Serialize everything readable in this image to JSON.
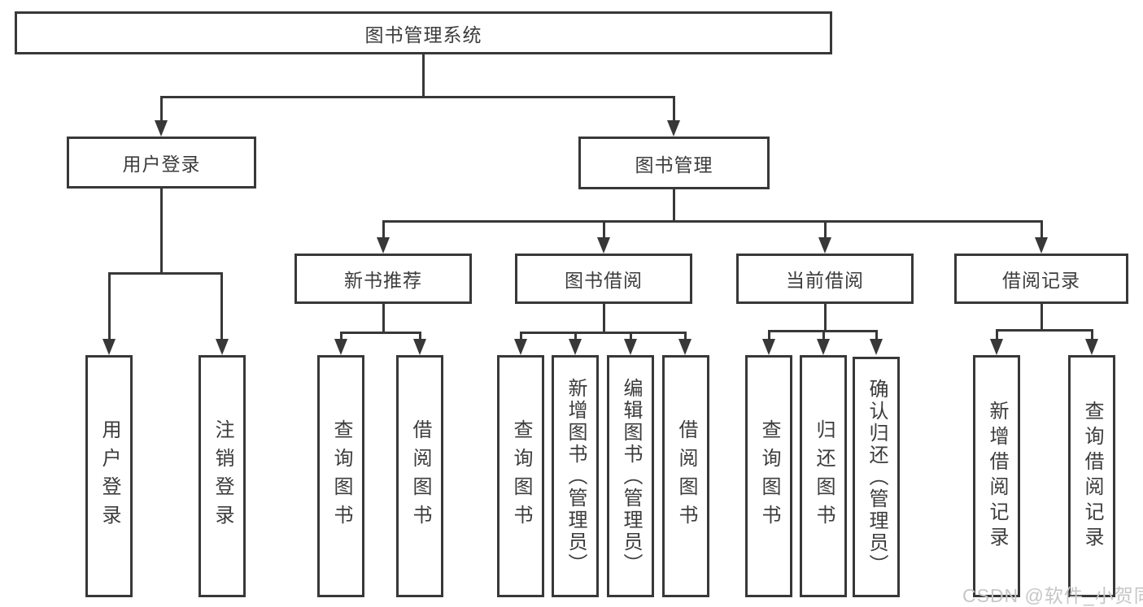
{
  "diagram": {
    "type": "hierarchy-tree",
    "root": {
      "label": "图书管理系统",
      "children": [
        {
          "label": "用户登录",
          "children": [
            {
              "label": "用户登录"
            },
            {
              "label": "注销登录"
            }
          ]
        },
        {
          "label": "图书管理",
          "children": [
            {
              "label": "新书推荐",
              "children": [
                {
                  "label": "查询图书"
                },
                {
                  "label": "借阅图书"
                }
              ]
            },
            {
              "label": "图书借阅",
              "children": [
                {
                  "label": "查询图书"
                },
                {
                  "label": "新增图书（管理员）"
                },
                {
                  "label": "编辑图书（管理员）"
                },
                {
                  "label": "借阅图书"
                }
              ]
            },
            {
              "label": "当前借阅",
              "children": [
                {
                  "label": "查询图书"
                },
                {
                  "label": "归还图书"
                },
                {
                  "label": "确认归还（管理员）"
                }
              ]
            },
            {
              "label": "借阅记录",
              "children": [
                {
                  "label": "新增借阅记录"
                },
                {
                  "label": "查询借阅记录"
                }
              ]
            }
          ]
        }
      ]
    }
  },
  "watermark": {
    "text": "CSDN @软件_小贺同学"
  },
  "colors": {
    "line": "#383838",
    "text": "#3c3c3c",
    "box_background": "#ffffff",
    "watermark": "#c6c6c6",
    "background": "#ffffff"
  }
}
